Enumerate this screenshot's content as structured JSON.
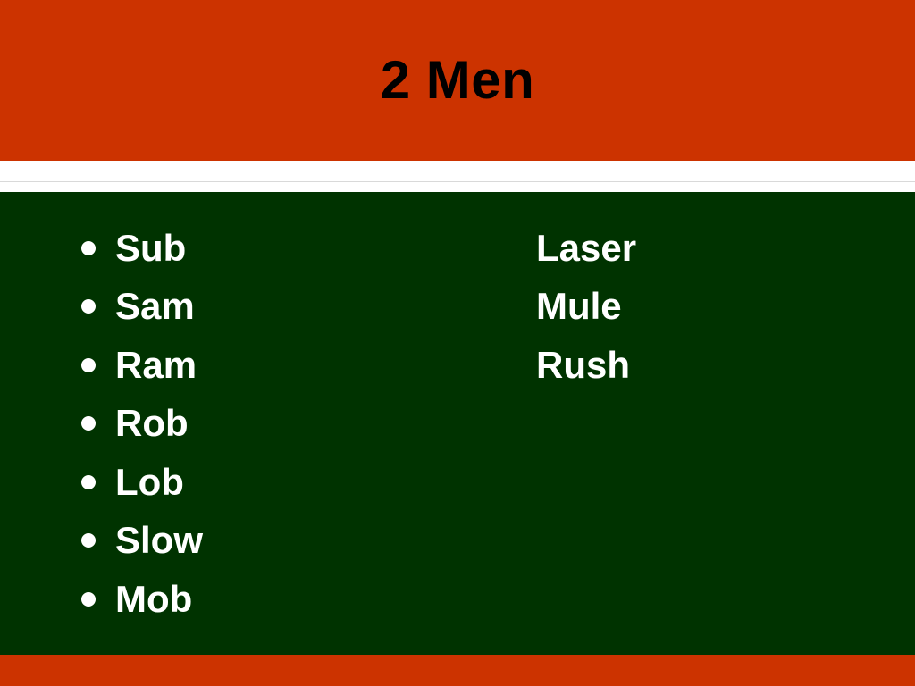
{
  "slide": {
    "title": "2 Men",
    "left_items": [
      "Sub",
      "Sam",
      "Ram",
      "Rob",
      "Lob",
      "Slow",
      "Mob"
    ],
    "right_items": [
      "Laser",
      "Mule",
      "Rush"
    ]
  },
  "colors": {
    "title_band": "#cc3300",
    "content_band": "#003300",
    "footer_band": "#cc3300",
    "title_text": "#000000",
    "body_text": "#ffffff"
  },
  "icons": {
    "bullet": "filled-circle-icon"
  }
}
